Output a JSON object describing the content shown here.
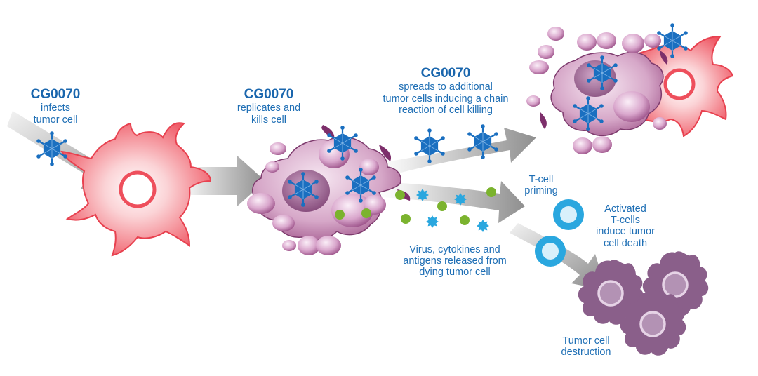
{
  "step1": {
    "title": "CG0070",
    "lines": [
      "infects",
      "tumor cell"
    ]
  },
  "step2": {
    "title": "CG0070",
    "lines": [
      "replicates and",
      "kills cell"
    ]
  },
  "step3": {
    "title": "CG0070",
    "lines": [
      "spreads to additional",
      "tumor cells inducing a chain",
      "reaction of cell killing"
    ]
  },
  "tcell_priming": {
    "lines": [
      "T-cell",
      "priming"
    ]
  },
  "activated_tcells": {
    "lines": [
      "Activated",
      "T-cells",
      "induce tumor",
      "cell death"
    ]
  },
  "release": {
    "lines": [
      "Virus, cytokines and",
      "antigens released from",
      "dying tumor cell"
    ]
  },
  "destruction": {
    "lines": [
      "Tumor cell",
      "destruction"
    ]
  },
  "colors": {
    "virus": "#1a6fc0",
    "label_text": "#1f6fb5",
    "tumor_cell": "#f0606a",
    "dying_cell": "#b26a9c",
    "cytokine_green": "#7bb32e",
    "antigen_blue": "#2aa7df",
    "tcell": "#2aa7df",
    "dead_cell": "#8a5f8a",
    "arrow": "#b8b8b8"
  }
}
